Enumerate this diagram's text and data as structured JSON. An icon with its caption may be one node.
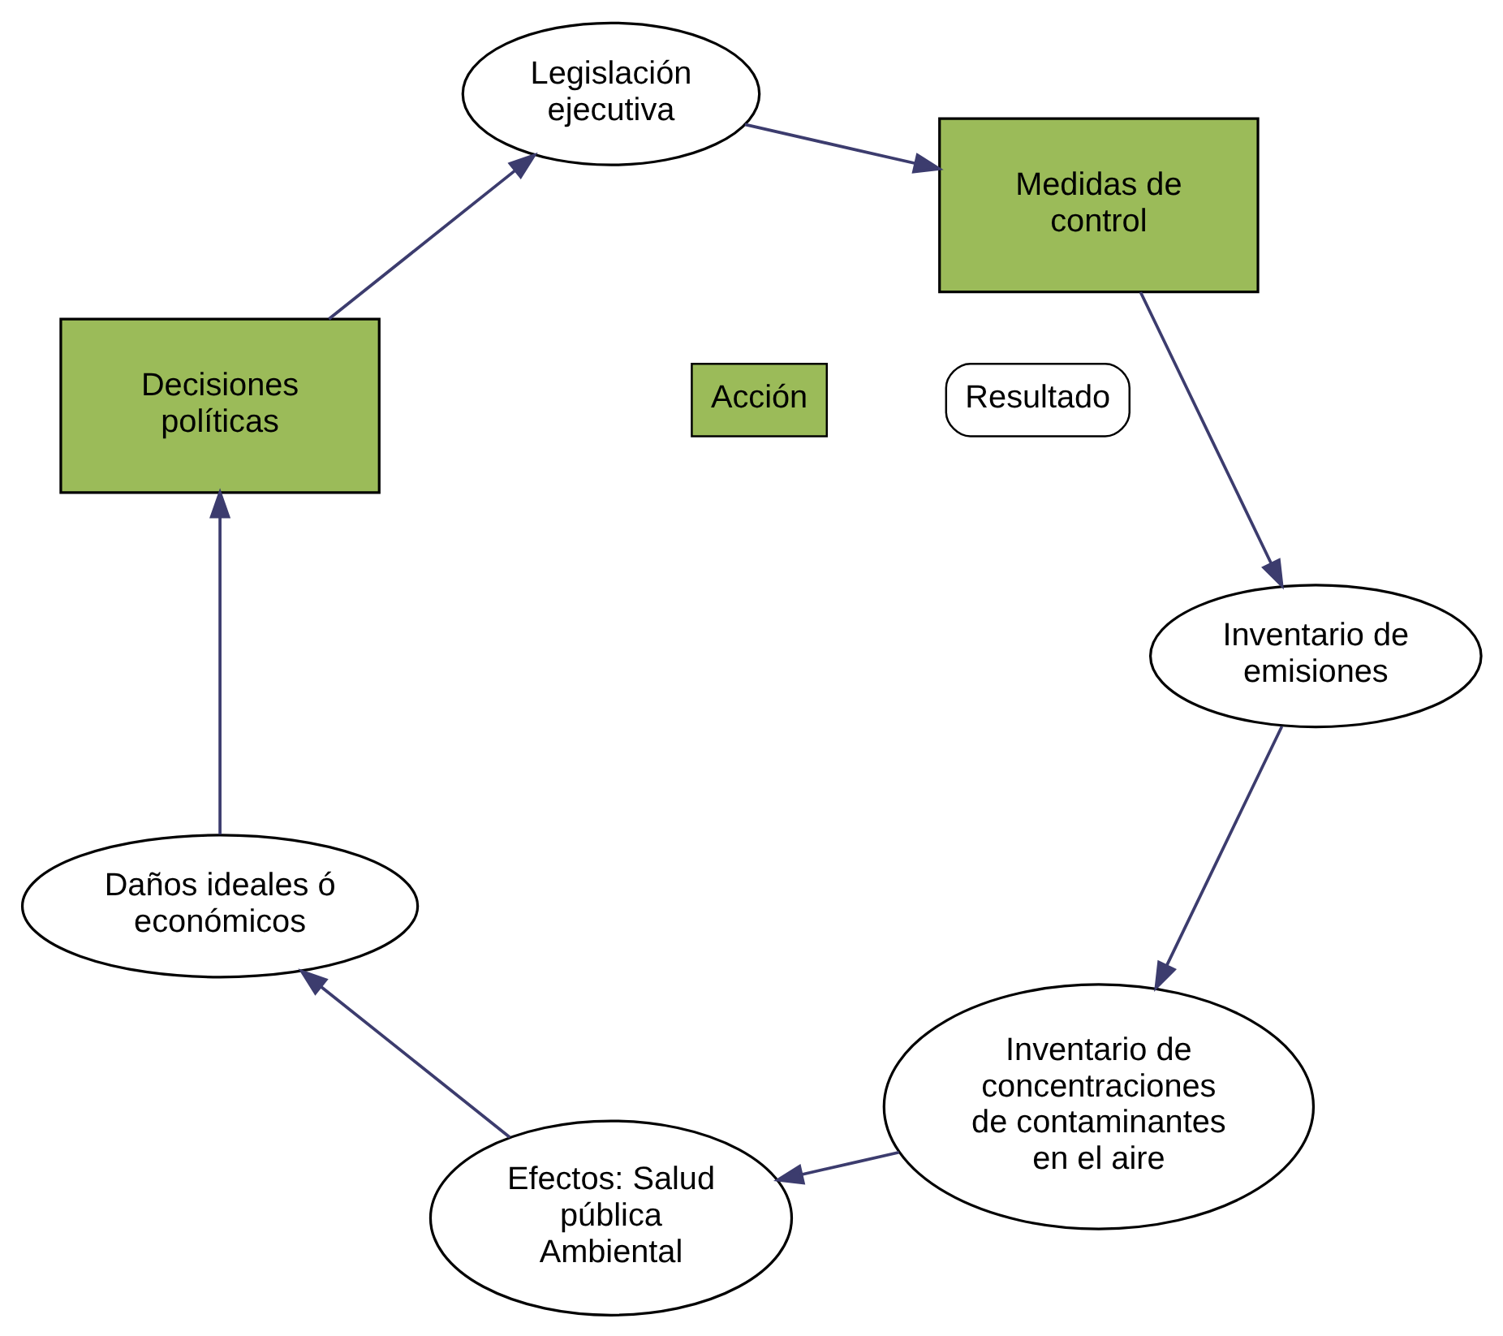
{
  "diagram": {
    "nodes": [
      {
        "text": [
          "Inventario de concentraciones de contaminantes en el aire"
        ]
      },
      {
        "text": [
          "Efectos: Salud pública Ambiental"
        ]
      },
      {
        "text": [
          "Daños ideales ó económicos"
        ]
      },
      {
        "text": [
          "Decisiones políticas"
        ]
      },
      {
        "text": [
          "Legislación ejecutiva"
        ]
      },
      {
        "text": [
          "Medidas de control"
        ]
      },
      {
        "text": [
          "Inventario de emisiones"
        ]
      }
    ],
    "edges": [
      {
        "from": 0,
        "to": 1,
        "arrow": "to"
      },
      {
        "from": 1,
        "to": 2,
        "arrow": "to"
      },
      {
        "from": 2,
        "to": 3,
        "arrow": "to"
      },
      {
        "from": 3,
        "to": 4,
        "arrow": "to"
      },
      {
        "from": 4,
        "to": 5,
        "arrow": "to"
      },
      {
        "from": 5,
        "to": 6,
        "arrow": "to"
      },
      {
        "from": 6,
        "to": 0,
        "arrow": "to"
      }
    ],
    "legend": [
      {
        "text": "Acción",
        "color": "#9bbb59"
      },
      {
        "text": "Resultado"
      }
    ]
  }
}
